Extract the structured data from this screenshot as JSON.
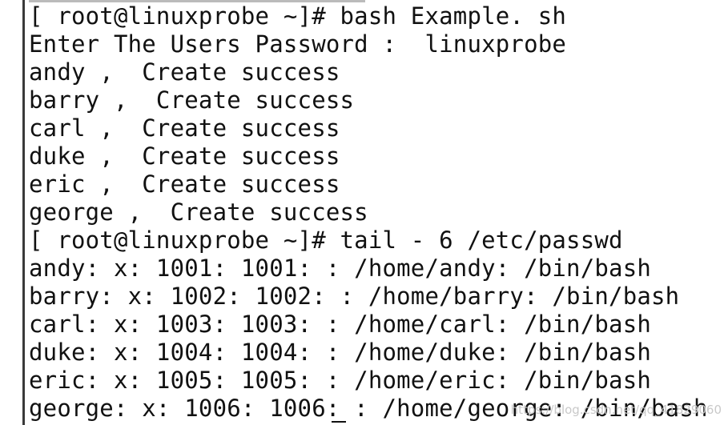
{
  "terminal": {
    "lines": [
      "[ root@linuxprobe ~]# bash Example. sh",
      "Enter The Users Password :  linuxprobe",
      "andy ,  Create success",
      "barry ,  Create success",
      "carl ,  Create success",
      "duke ,  Create success",
      "eric ,  Create success",
      "george ,  Create success",
      "[ root@linuxprobe ~]# tail - 6 /etc/passwd",
      "andy: x: 1001: 1001: : /home/andy: /bin/bash",
      "barry: x: 1002: 1002: : /home/barry: /bin/bash",
      "carl: x: 1003: 1003: : /home/carl: /bin/bash",
      "duke: x: 1004: 1004: : /home/duke: /bin/bash",
      "eric: x: 1005: 1005: : /home/eric: /bin/bash",
      "george: x: 1006: 1006: : /home/george: /bin/bash"
    ]
  },
  "watermark": {
    "text": "https://blog.csdn.net/qq_41829060"
  }
}
